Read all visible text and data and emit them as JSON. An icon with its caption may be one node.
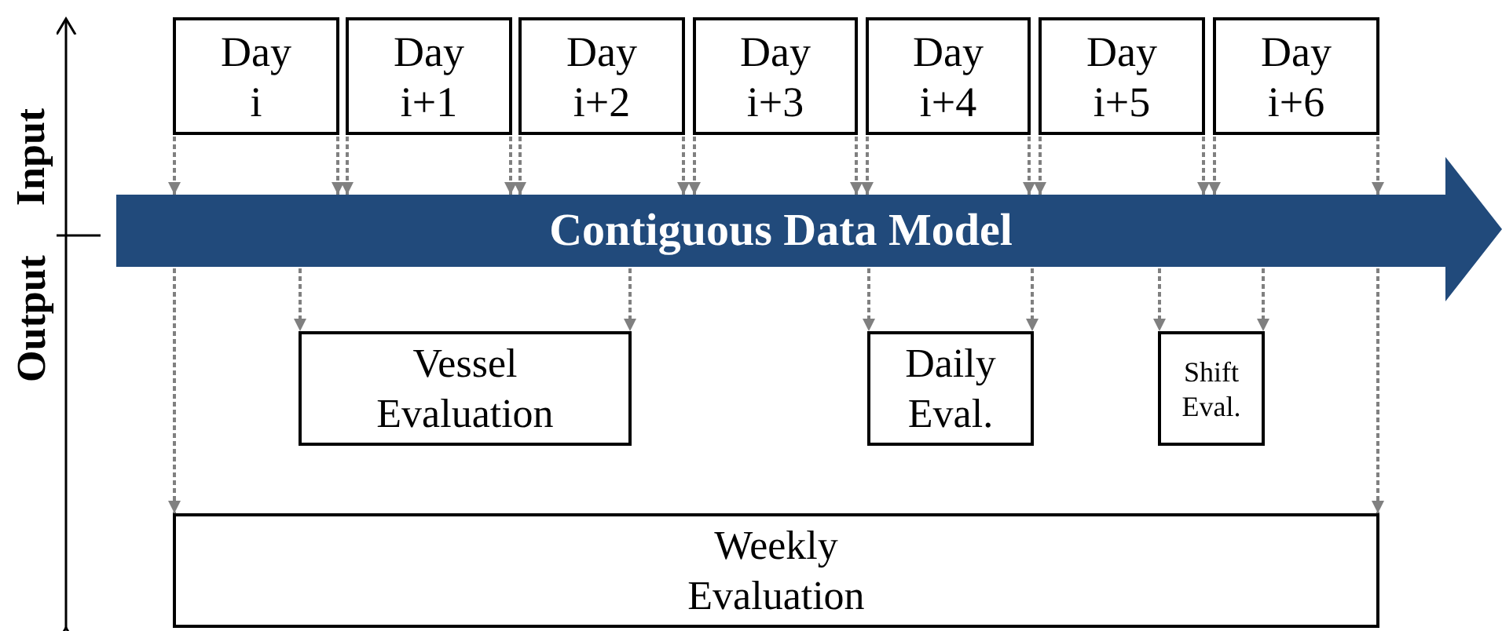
{
  "diagram": {
    "nodes": [
      {
        "text": [
          "Day i"
        ]
      },
      {
        "text": [
          "Day i+1"
        ]
      },
      {
        "text": [
          "Day i+2"
        ]
      },
      {
        "text": [
          "Day i+3"
        ]
      },
      {
        "text": [
          "Day i+4"
        ]
      },
      {
        "text": [
          "Day i+5"
        ]
      },
      {
        "text": [
          "Day i+6"
        ]
      },
      {
        "text": [
          "Contiguous Data Model"
        ]
      },
      {
        "text": [
          "Vessel Evaluation"
        ]
      },
      {
        "text": [
          "Daily Eval."
        ]
      },
      {
        "text": [
          "Shift Eval."
        ]
      },
      {
        "text": [
          "Weekly Evaluation"
        ]
      }
    ],
    "edges": [
      {
        "from": 0,
        "to": 7,
        "arrow": "to",
        "style": "dashed"
      },
      {
        "from": 0,
        "to": 7,
        "arrow": "to",
        "style": "dashed"
      },
      {
        "from": 1,
        "to": 7,
        "arrow": "to",
        "style": "dashed"
      },
      {
        "from": 1,
        "to": 7,
        "arrow": "to",
        "style": "dashed"
      },
      {
        "from": 2,
        "to": 7,
        "arrow": "to",
        "style": "dashed"
      },
      {
        "from": 2,
        "to": 7,
        "arrow": "to",
        "style": "dashed"
      },
      {
        "from": 3,
        "to": 7,
        "arrow": "to",
        "style": "dashed"
      },
      {
        "from": 3,
        "to": 7,
        "arrow": "to",
        "style": "dashed"
      },
      {
        "from": 4,
        "to": 7,
        "arrow": "to",
        "style": "dashed"
      },
      {
        "from": 4,
        "to": 7,
        "arrow": "to",
        "style": "dashed"
      },
      {
        "from": 5,
        "to": 7,
        "arrow": "to",
        "style": "dashed"
      },
      {
        "from": 5,
        "to": 7,
        "arrow": "to",
        "style": "dashed"
      },
      {
        "from": 6,
        "to": 7,
        "arrow": "to",
        "style": "dashed"
      },
      {
        "from": 6,
        "to": 7,
        "arrow": "to",
        "style": "dashed"
      },
      {
        "from": 7,
        "to": 8,
        "arrow": "to",
        "style": "dashed"
      },
      {
        "from": 7,
        "to": 8,
        "arrow": "to",
        "style": "dashed"
      },
      {
        "from": 7,
        "to": 9,
        "arrow": "to",
        "style": "dashed"
      },
      {
        "from": 7,
        "to": 9,
        "arrow": "to",
        "style": "dashed"
      },
      {
        "from": 7,
        "to": 10,
        "arrow": "to",
        "style": "dashed"
      },
      {
        "from": 7,
        "to": 10,
        "arrow": "to",
        "style": "dashed"
      },
      {
        "from": 7,
        "to": 11,
        "arrow": "to",
        "style": "dashed"
      },
      {
        "from": 7,
        "to": 11,
        "arrow": "to",
        "style": "dashed"
      }
    ],
    "labels": [
      "Input",
      "Output"
    ]
  }
}
